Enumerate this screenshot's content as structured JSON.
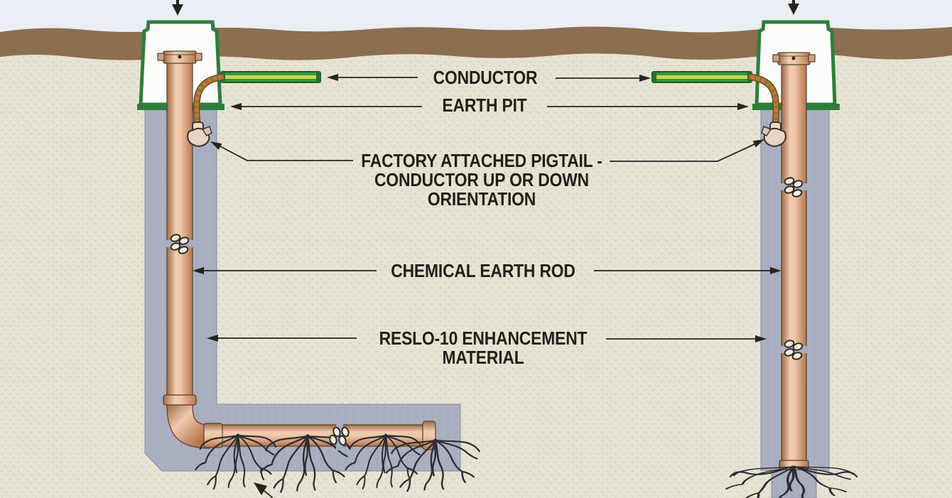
{
  "diagram": {
    "labels": {
      "conductor": "CONDUCTOR",
      "earth_pit": "EARTH PIT",
      "pigtail_line1": "FACTORY ATTACHED PIGTAIL -",
      "pigtail_line2": "CONDUCTOR UP OR DOWN",
      "pigtail_line3": "ORIENTATION",
      "earth_rod": "CHEMICAL EARTH ROD",
      "enhancement_line1": "RESLO-10 ENHANCEMENT",
      "enhancement_line2": "MATERIAL"
    },
    "colors": {
      "sky": "#eaeef5",
      "topsoil_brown": "#8d6e51",
      "ground_beige": "#e6e3d4",
      "backfill_gray": "#a9aec0",
      "rod_copper": "#c98e66",
      "pit_green": "#2e7d3b",
      "cable_green": "#3a9440",
      "cable_stripe_yellow": "#c6d94a",
      "pigtail_copper": "#b07c3c",
      "text": "#221f1a",
      "arrow": "#26241f"
    }
  }
}
